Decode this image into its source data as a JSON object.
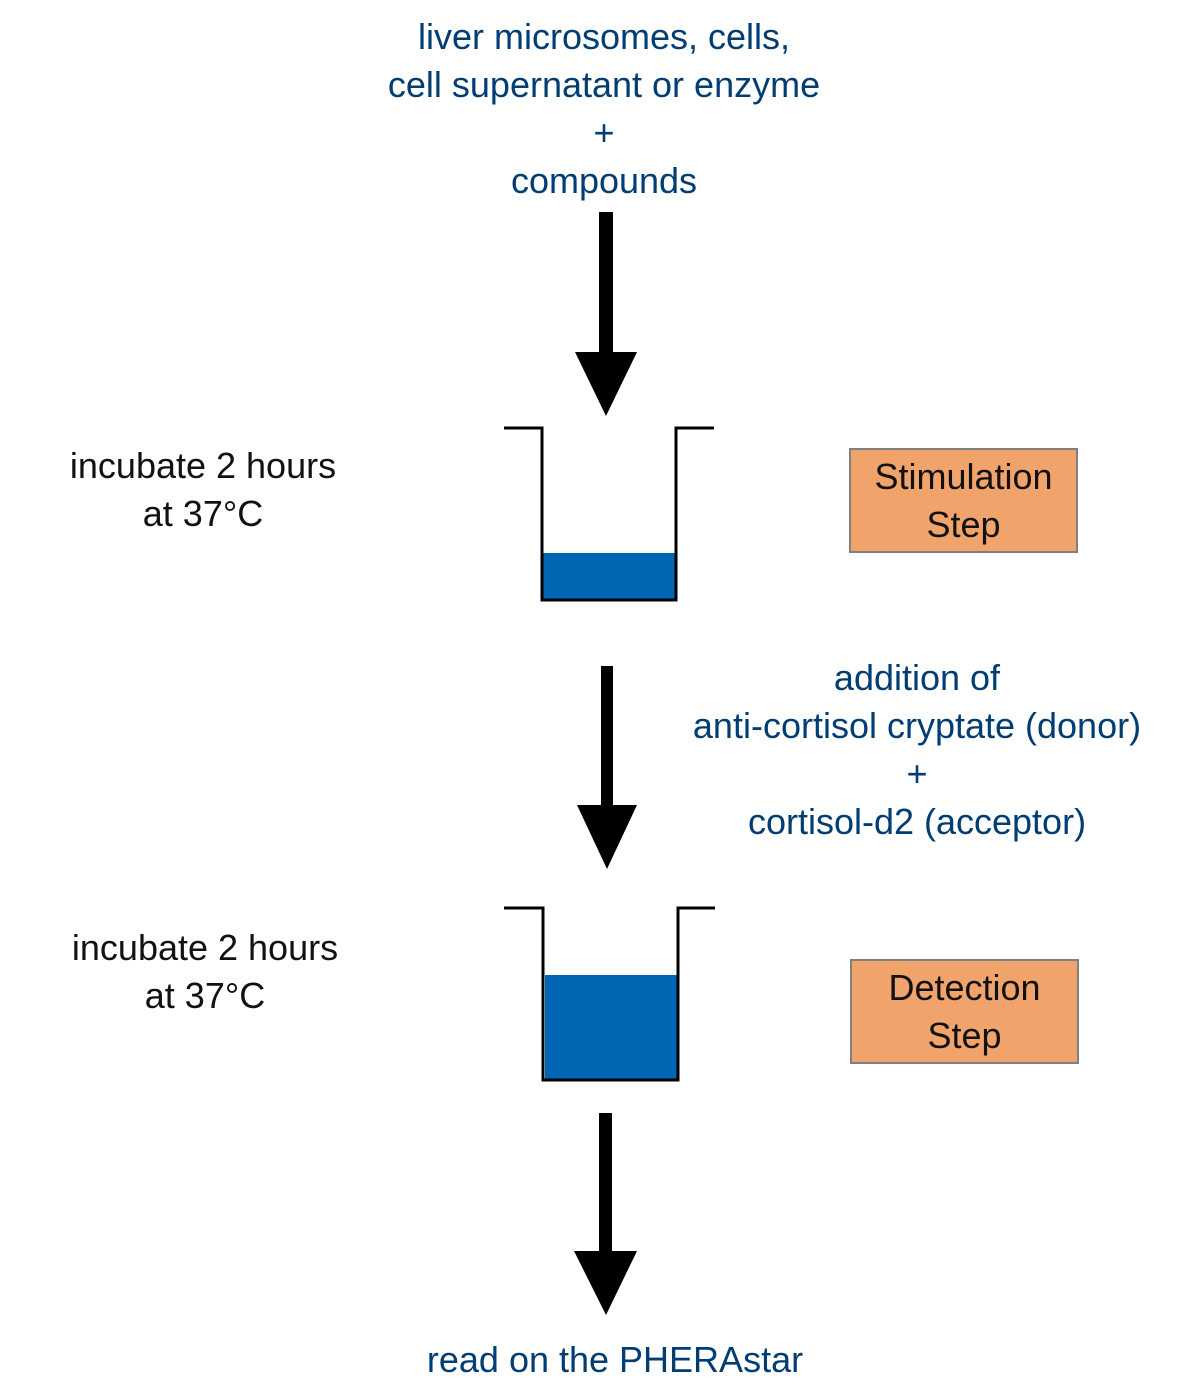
{
  "input": {
    "line1": "liver microsomes, cells,",
    "line2": "cell supernatant or enzyme",
    "plus": "+",
    "line3": "compounds"
  },
  "incubation1": {
    "line1": "incubate 2 hours",
    "line2": "at 37°C"
  },
  "stimulation_box": {
    "line1": "Stimulation",
    "line2": "Step"
  },
  "addition": {
    "line1": "addition of",
    "line2": "anti-cortisol cryptate (donor)",
    "plus": "+",
    "line3": "cortisol-d2 (acceptor)"
  },
  "incubation2": {
    "line1": "incubate 2 hours",
    "line2": "at 37°C"
  },
  "detection_box": {
    "line1": "Detection",
    "line2": "Step"
  },
  "readout": "read on the PHERAstar",
  "colors": {
    "text_blue": "#003d73",
    "liquid_blue": "#0066b3",
    "box_fill": "#f0a36a"
  }
}
